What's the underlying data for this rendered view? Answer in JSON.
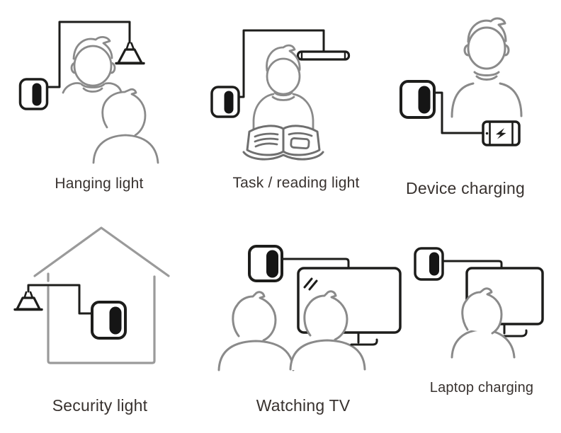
{
  "page_title": "Product use-case illustrations",
  "colors": {
    "line_black": "#1d1d1b",
    "line_gray_person": "#8a8a8a",
    "line_gray_book": "#6f6f6f",
    "line_gray_house": "#9a9a9a",
    "device_pill": "#151515",
    "label_text": "#38322f"
  },
  "figures": [
    {
      "id": "hanging-light",
      "label": "Hanging light",
      "icons": [
        "power-device-icon",
        "pendant-lamp-icon",
        "person-icon",
        "person-icon"
      ]
    },
    {
      "id": "task-reading-light",
      "label": "Task / reading light",
      "icons": [
        "power-device-icon",
        "tube-light-icon",
        "person-icon",
        "open-book-icon"
      ]
    },
    {
      "id": "device-charging",
      "label": "Device charging",
      "icons": [
        "power-device-icon",
        "person-icon",
        "phone-icon",
        "lightning-bolt-icon"
      ]
    },
    {
      "id": "security-light",
      "label": "Security light",
      "icons": [
        "power-device-icon",
        "pendant-lamp-icon",
        "house-icon"
      ]
    },
    {
      "id": "watching-tv",
      "label": "Watching TV",
      "icons": [
        "power-device-icon",
        "tv-icon",
        "person-icon",
        "person-icon"
      ]
    },
    {
      "id": "laptop-charging",
      "label": "Laptop charging",
      "icons": [
        "power-device-icon",
        "monitor-icon",
        "person-icon"
      ]
    }
  ]
}
